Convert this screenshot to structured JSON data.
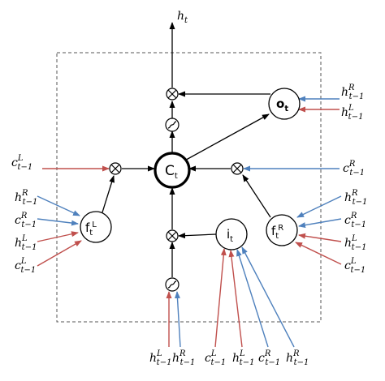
{
  "output": {
    "h": "h",
    "sub": "t"
  },
  "nodes": {
    "cell": {
      "base": "C",
      "sub": "t"
    },
    "output_gate": {
      "base": "o",
      "sub": "t"
    },
    "input_gate": {
      "base": "i",
      "sub": "t"
    },
    "forget_left": {
      "base": "f",
      "sub": "t",
      "sup": "L"
    },
    "forget_right": {
      "base": "f",
      "sub": "t",
      "sup": "R"
    }
  },
  "inputs": [
    {
      "id": "hR-og",
      "sym": "h",
      "sup": "R",
      "sub": "t−1"
    },
    {
      "id": "hL-og",
      "sym": "h",
      "sup": "L",
      "sub": "t−1"
    },
    {
      "id": "cL-left",
      "sym": "c",
      "sup": "L",
      "sub": "t−1"
    },
    {
      "id": "cR-right",
      "sym": "c",
      "sup": "R",
      "sub": "t−1"
    },
    {
      "id": "hR-fl",
      "sym": "h",
      "sup": "R",
      "sub": "t−1"
    },
    {
      "id": "cR-fl",
      "sym": "c",
      "sup": "R",
      "sub": "t−1"
    },
    {
      "id": "hL-fl",
      "sym": "h",
      "sup": "L",
      "sub": "t−1"
    },
    {
      "id": "cL-fl",
      "sym": "c",
      "sup": "L",
      "sub": "t−1"
    },
    {
      "id": "hR-fr",
      "sym": "h",
      "sup": "R",
      "sub": "t−1"
    },
    {
      "id": "cR-fr",
      "sym": "c",
      "sup": "R",
      "sub": "t−1"
    },
    {
      "id": "hL-fr",
      "sym": "h",
      "sup": "L",
      "sub": "t−1"
    },
    {
      "id": "cL-fr",
      "sym": "c",
      "sup": "L",
      "sub": "t−1"
    },
    {
      "id": "hL-b1",
      "sym": "h",
      "sup": "L",
      "sub": "t−1"
    },
    {
      "id": "hR-b2",
      "sym": "h",
      "sup": "R",
      "sub": "t−1"
    },
    {
      "id": "cL-b3",
      "sym": "c",
      "sup": "L",
      "sub": "t−1"
    },
    {
      "id": "hL-b4",
      "sym": "h",
      "sup": "L",
      "sub": "t−1"
    },
    {
      "id": "cR-b5",
      "sym": "c",
      "sup": "R",
      "sub": "t−1"
    },
    {
      "id": "hR-b6",
      "sym": "h",
      "sup": "R",
      "sub": "t−1"
    }
  ],
  "colors": {
    "left_context": "#c0504d",
    "right_context": "#4f81bd",
    "internal": "#000000"
  },
  "operators": {
    "multiply": "multiply-icon",
    "tanh": "tanh-icon"
  }
}
